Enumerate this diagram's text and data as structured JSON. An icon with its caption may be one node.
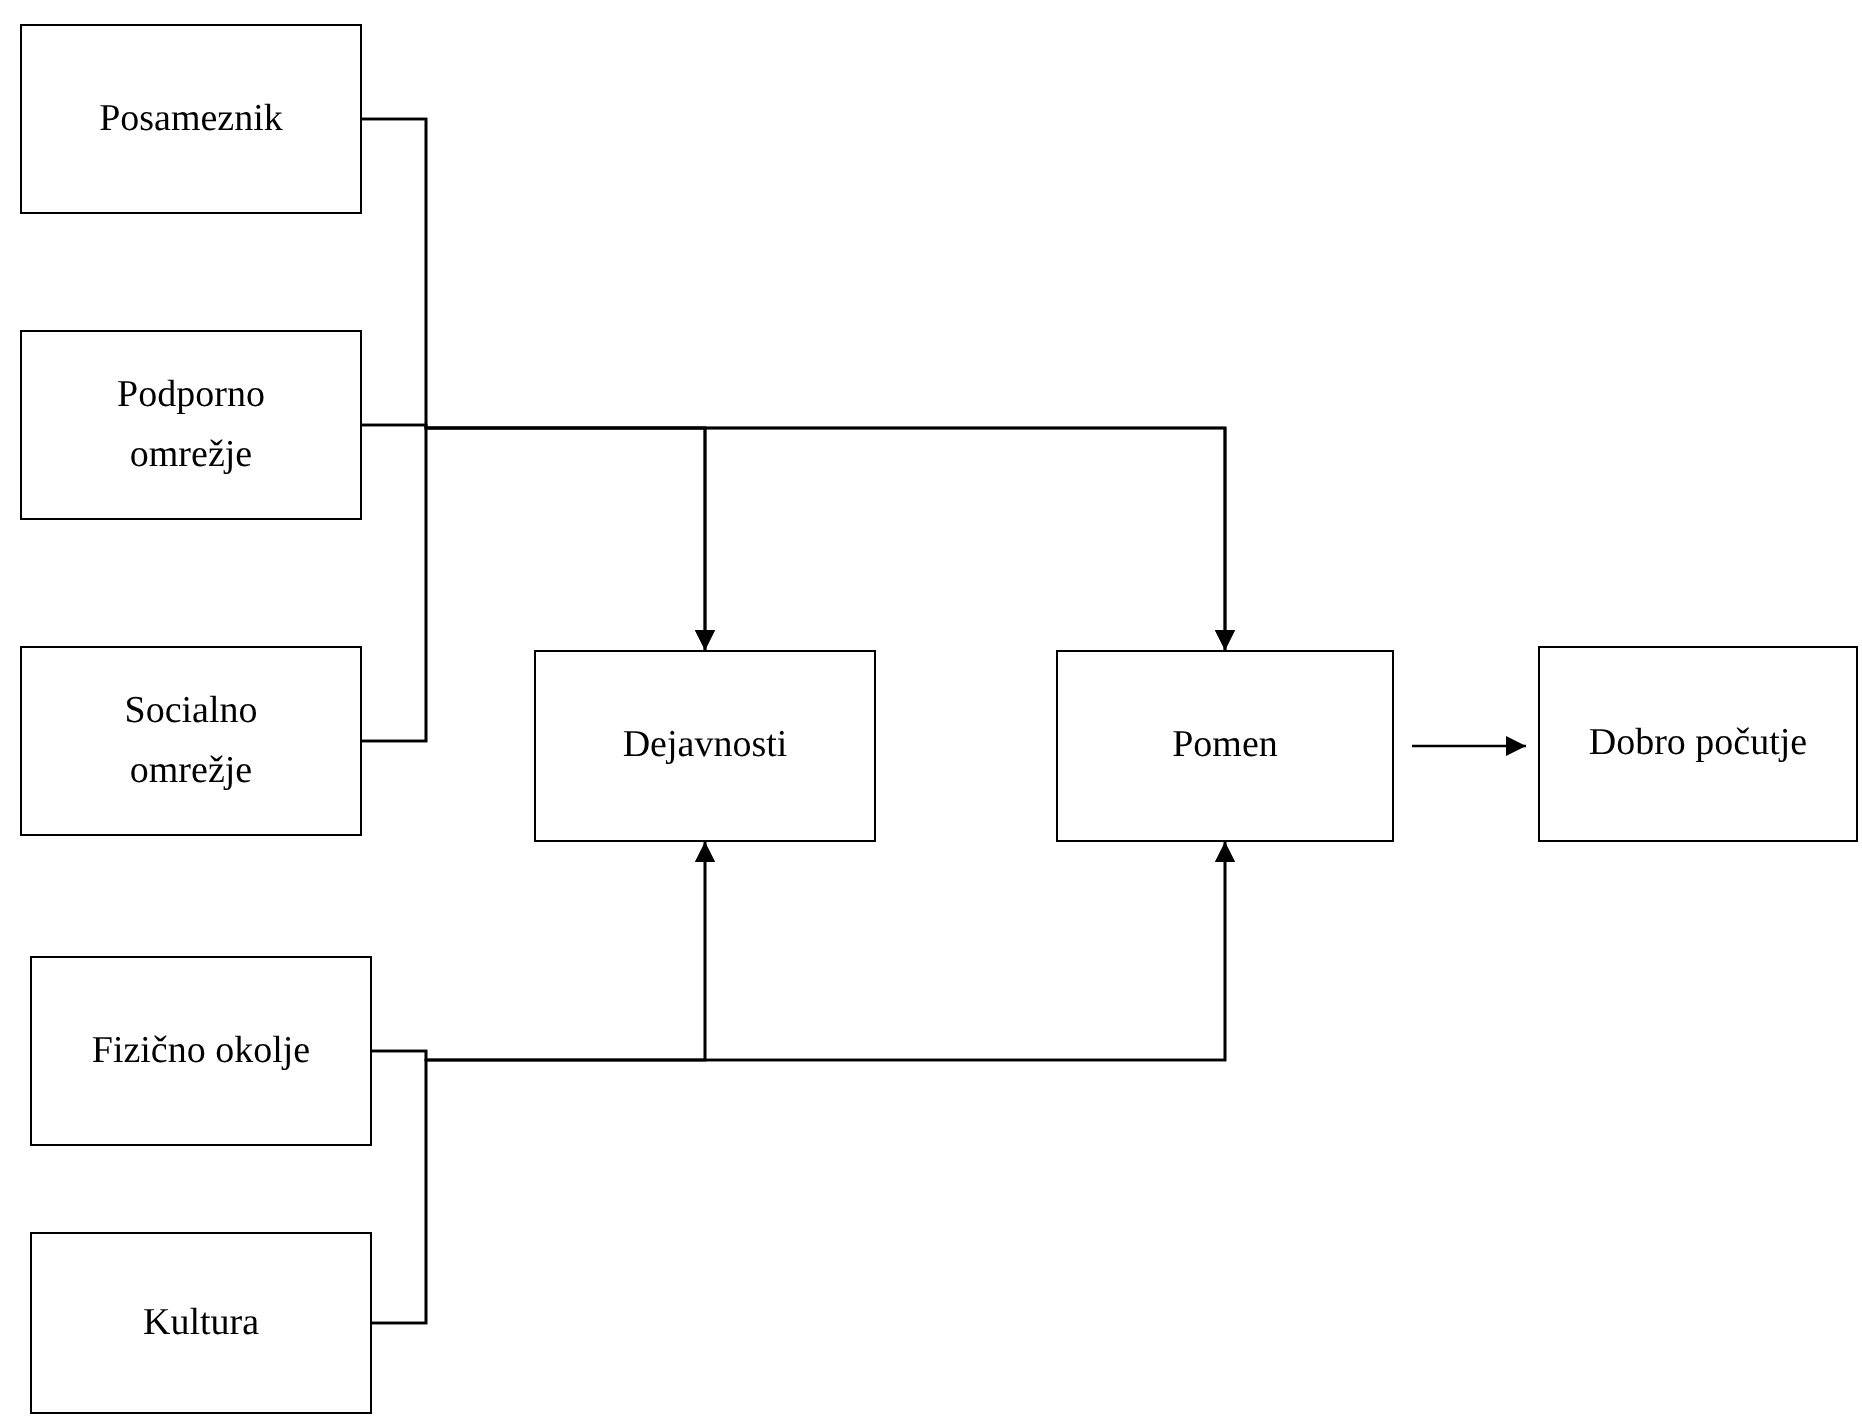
{
  "diagram": {
    "nodes": [
      {
        "text": [
          "Posameznik"
        ]
      },
      {
        "text": [
          "Podporno omrežje"
        ]
      },
      {
        "text": [
          "Socialno omrežje"
        ]
      },
      {
        "text": [
          "Fizično okolje"
        ]
      },
      {
        "text": [
          "Kultura"
        ]
      },
      {
        "text": [
          "Dejavnosti"
        ]
      },
      {
        "text": [
          "Pomen"
        ]
      },
      {
        "text": [
          "Dobro počutje"
        ]
      }
    ],
    "edges": [
      {
        "from": 0,
        "to": 5,
        "arrow": "to"
      },
      {
        "from": 1,
        "to": 5,
        "arrow": "to"
      },
      {
        "from": 2,
        "to": 5,
        "arrow": "to"
      },
      {
        "from": 3,
        "to": 5,
        "arrow": "to"
      },
      {
        "from": 4,
        "to": 5,
        "arrow": "to"
      },
      {
        "from": 0,
        "to": 6,
        "arrow": "to"
      },
      {
        "from": 1,
        "to": 6,
        "arrow": "to"
      },
      {
        "from": 2,
        "to": 6,
        "arrow": "to"
      },
      {
        "from": 3,
        "to": 6,
        "arrow": "to"
      },
      {
        "from": 4,
        "to": 6,
        "arrow": "to"
      },
      {
        "from": 6,
        "to": 7,
        "arrow": "to"
      }
    ]
  }
}
